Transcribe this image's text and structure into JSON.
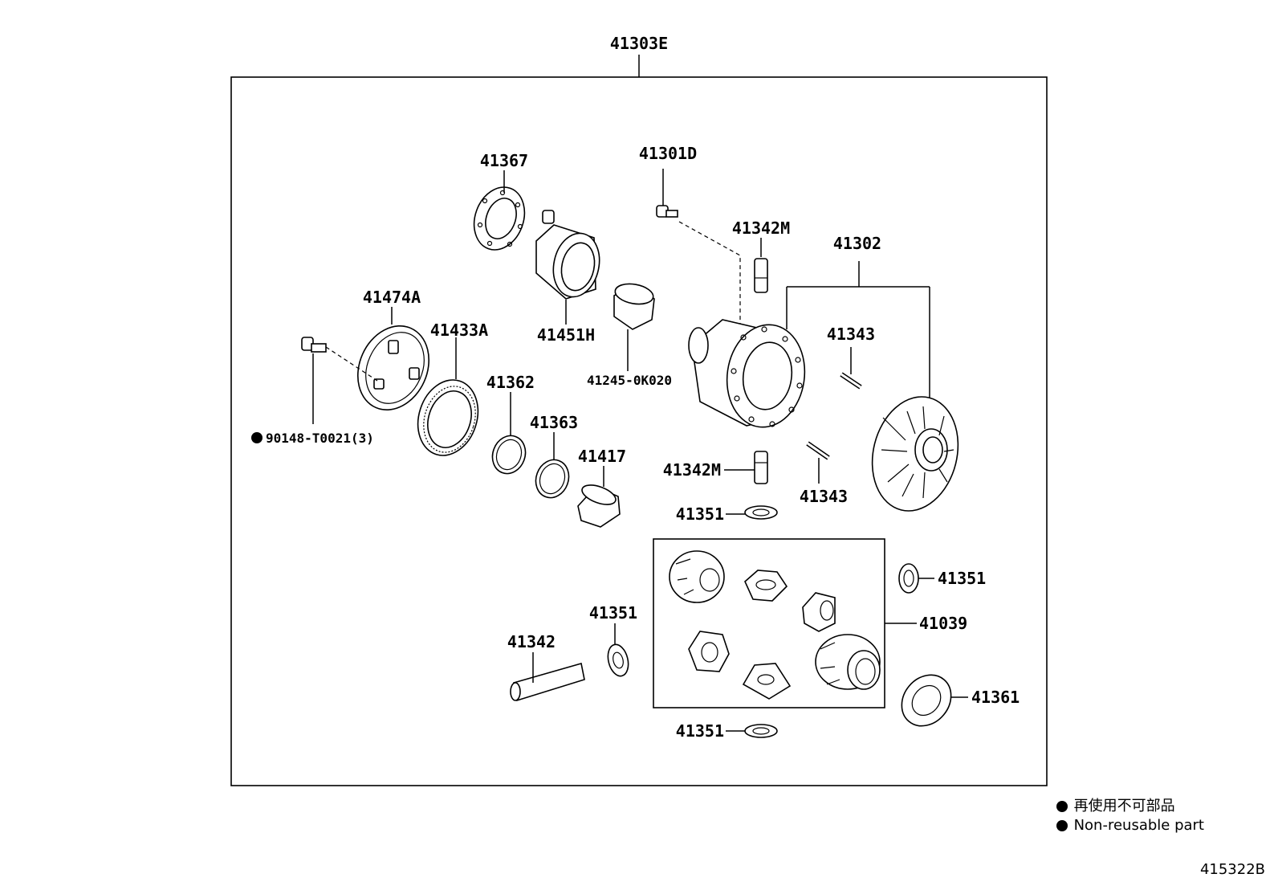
{
  "assembly_label": "41303E",
  "parts": {
    "p41367": "41367",
    "p41301D": "41301D",
    "p41342M_top": "41342M",
    "p41302": "41302",
    "p41474A": "41474A",
    "p41433A": "41433A",
    "p41451H": "41451H",
    "p41245": "41245-0K020",
    "p41343_top": "41343",
    "p90148": "90148-T0021(3)",
    "p41362": "41362",
    "p41363": "41363",
    "p41417": "41417",
    "p41342M_bot": "41342M",
    "p41343_bot": "41343",
    "p41351_a": "41351",
    "p41351_b": "41351",
    "p41039": "41039",
    "p41342": "41342",
    "p41351_c": "41351",
    "p41361": "41361",
    "p41351_d": "41351"
  },
  "legend": {
    "jp": "再使用不可部品",
    "en": "Non-reusable part"
  },
  "figure_ref": "415322B"
}
